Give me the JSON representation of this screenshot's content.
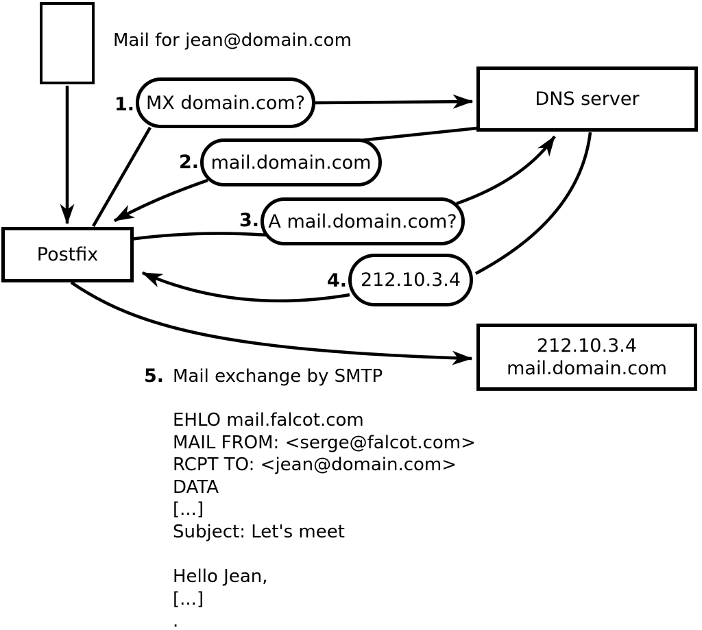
{
  "labels": {
    "mail_for": "Mail for jean@domain.com"
  },
  "nodes": {
    "postfix": "Postfix",
    "dns_server": "DNS server",
    "mail_server_ip": "212.10.3.4",
    "mail_server_host": "mail.domain.com"
  },
  "steps": [
    {
      "num": "1.",
      "label": "MX domain.com?"
    },
    {
      "num": "2.",
      "label": "mail.domain.com"
    },
    {
      "num": "3.",
      "label": "A mail.domain.com?"
    },
    {
      "num": "4.",
      "label": "212.10.3.4"
    },
    {
      "num": "5.",
      "label": "Mail exchange by SMTP"
    }
  ],
  "smtp_session": [
    "EHLO mail.falcot.com",
    "MAIL FROM: <serge@falcot.com>",
    "RCPT TO: <jean@domain.com>",
    "DATA",
    "[...]",
    "Subject: Let's meet",
    "",
    "Hello Jean,",
    "[...]",
    "."
  ]
}
